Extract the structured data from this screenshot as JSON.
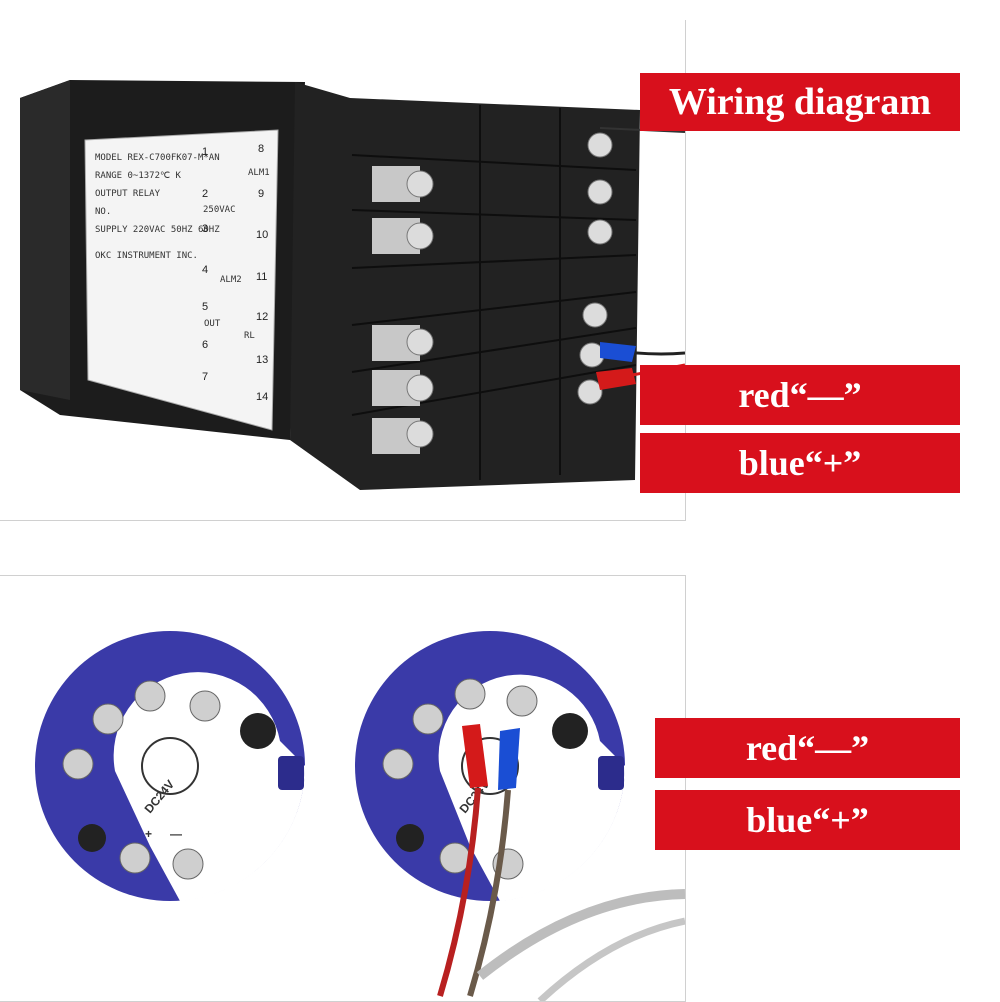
{
  "labels": {
    "title": "Wiring diagram",
    "top_red": "red“—”",
    "top_blue": "blue“+”",
    "bottom_red": "red“—”",
    "bottom_blue": "blue“+”"
  },
  "controller_label": {
    "model": "MODEL  REX-C700FK07-M*AN",
    "range": "RANGE  0~1372℃ K",
    "output": "OUTPUT  RELAY",
    "no": "NO.",
    "supply": "SUPPLY  220VAC 50HZ 60HZ",
    "maker": "OKC INSTRUMENT INC.",
    "alm1": "ALM1",
    "alm2": "ALM2",
    "out": "OUT",
    "vac": "250VAC",
    "rl": "RL",
    "terminals_left": [
      "1",
      "2",
      "3",
      "4",
      "5",
      "6",
      "7"
    ],
    "terminals_right": [
      "8",
      "9",
      "10",
      "11",
      "12",
      "13",
      "14"
    ]
  },
  "transmitter": {
    "dc_label": "DC24V",
    "plus": "+",
    "minus": "—"
  },
  "colors": {
    "label_red": "#d8101c",
    "transmitter_blue": "#3a3aa8",
    "controller_black": "#1c1c1c",
    "wire_red": "#d41a1a",
    "wire_blue": "#1a4ed4"
  }
}
